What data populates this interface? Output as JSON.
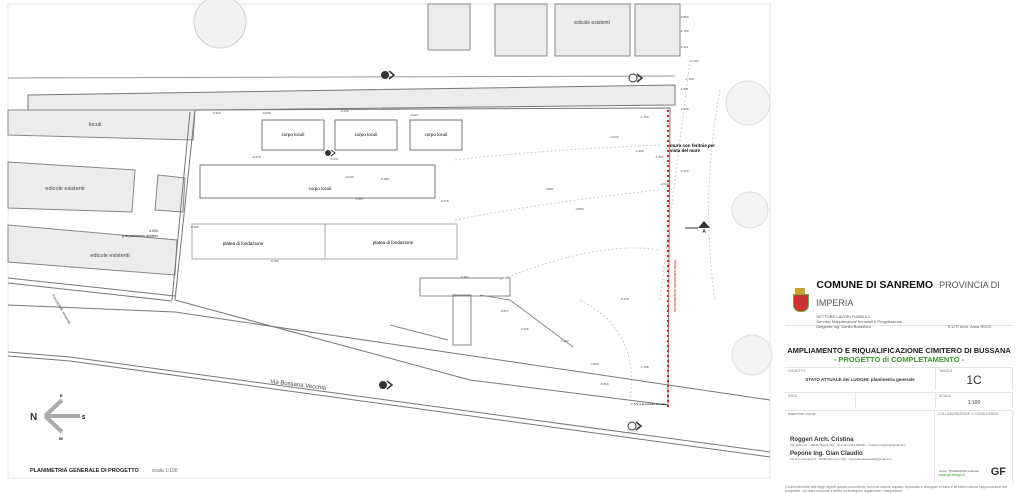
{
  "plan": {
    "labels": {
      "loculi": "loculi",
      "edicole1": "edicole esistenti",
      "edicole2": "edicole esistenti",
      "edicole_top": "edicole esistenti",
      "corpo1": "corpo loculi",
      "corpo2": "corpo loculi",
      "corpo3": "corpo loculi",
      "corpo_big": "corpo loculi",
      "platea1": "platea di fondazione",
      "platea2": "platea di fondazione",
      "quota_zero": "0.000",
      "quota_zero_note": "q.ta pavimento cimitero",
      "muro": "muro con feritoie per",
      "muro2": "vista del mare",
      "limite": "limite intervento ampliamento",
      "via": "Via Bussana Vecchia",
      "section_a": "A",
      "marciapiede": "marciapiede esistente",
      "quota_cunetta": "-7.772 q.ta cunetta stradale"
    },
    "elevations": [
      "-0.313",
      "-0.068",
      "-0.135",
      "-0.227",
      "-0.279",
      "-0.211",
      "-0.043",
      "-0.180",
      "-0.567",
      "-0.279",
      "-0.229",
      "-0.780",
      "-0.853",
      "-1.760",
      "-1.221",
      "-1.794",
      "-1.433",
      "-1.521",
      "-1.525",
      "-1.763",
      "-2.015",
      "-1.226",
      "-1.407",
      "-1.573",
      "-2.032",
      "-3.860",
      "-4.862",
      "-5.462",
      "-6.817",
      "-7.245",
      "-7.333",
      "-7.660",
      "-6.810",
      "-7.138",
      "-5.439"
    ],
    "compass": {
      "n": "N",
      "s": "S",
      "e": "E",
      "w": "W"
    },
    "caption": "PLANIMETRIA GENERALE DI PROGETTO",
    "caption_scale": "scala 1:100"
  },
  "title_block": {
    "comune": "COMUNE DI SANREMO",
    "provincia": "PROVINCIA DI IMPERIA",
    "settore": "SETTORE LAVORI PUBBLICI",
    "servizio": "Servizio Manutenzione Immobili e Progettazione",
    "dirigente": "Dirigente Ing. Danilo Burastero",
    "rup": "R.U.P.   Arch. Anna RICCI",
    "project": "AMPLIAMENTO E RIQUALIFICAZIONE CIMITERO DI BUSSANA",
    "subtitle": "- PROGETTO di COMPLETAMENTO -",
    "oggetto_label": "OGGETTO",
    "oggetto": "STATO ATTUALE dei LUOGHI: planimetria generale",
    "tavola_label": "TAVOLA",
    "tavola": "1C",
    "data_label": "DATA",
    "scala_label": "SCALA",
    "scala": "1:100",
    "direttori_label": "DIRETTORI LAVORI",
    "collab_label": "COLLABORAZIONE e CONSULENZA",
    "person1": "Roggeri Arch. Cristina",
    "person1_info": "Via Sabini 21 - 18018 Taggia (IM) - tel e fax 0184 462031 - Cristina.roggeri@gmail.com",
    "person2": "Pepone Ing. Gian Claudio",
    "person2_info": "Via Don Giovanni 9 - 18038 Sanremo (IM) - ing.studio.associato@gmail.com",
    "collab_name": "Geom. PALERMIANI Gabriele",
    "collab_web": "www.gf-design.it",
    "collab_logo": "GF",
    "disclaimer": "Conformemente alle leggi vigenti questo documento non può essere copiato, riprodotto o divulgato in Italia e all'estero senza l'approvazione dei progettisti, cui resta riservato il diritto di perseguire legalmente i trasgressori"
  },
  "colors": {
    "red_line": "#e02020",
    "green": "#3a9a2a",
    "gray_fill": "#ececec"
  }
}
